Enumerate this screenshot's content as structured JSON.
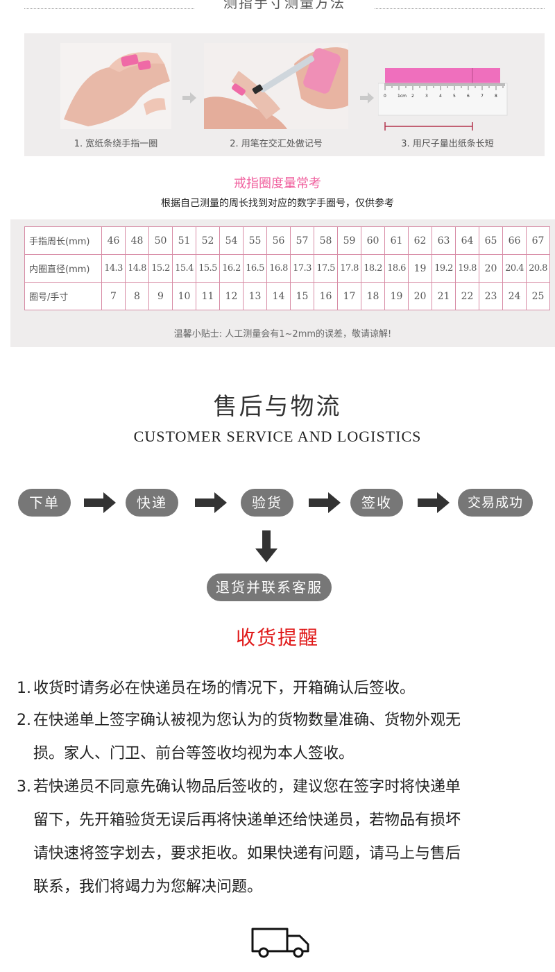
{
  "measure": {
    "title": "测指手寸测量方法",
    "steps": [
      {
        "caption": "1. 宽纸条绕手指一圈"
      },
      {
        "caption": "2. 用笔在交汇处做记号"
      },
      {
        "caption": "3. 用尺子量出纸条长短"
      }
    ],
    "ruler_labels": [
      "0",
      "1cm",
      "2",
      "3",
      "4",
      "5",
      "6",
      "7",
      "8"
    ]
  },
  "ring": {
    "title": "戒指圈度量常考",
    "subtitle": "根据自己测量的周长找到对应的数字手圈号，仅供参考",
    "tip": "温馨小贴士: 人工测量会有1~2mm的误差，敬请谅解!",
    "rows": [
      {
        "label": "手指周长(mm)",
        "values": [
          "46",
          "48",
          "50",
          "51",
          "52",
          "54",
          "55",
          "56",
          "57",
          "58",
          "59",
          "60",
          "61",
          "62",
          "63",
          "64",
          "65",
          "66",
          "67"
        ]
      },
      {
        "label": "内圈直径(mm)",
        "values": [
          "14.3",
          "14.8",
          "15.2",
          "15.4",
          "15.5",
          "16.2",
          "16.5",
          "16.8",
          "17.3",
          "17.5",
          "17.8",
          "18.2",
          "18.6",
          "19",
          "19.2",
          "19.8",
          "20",
          "20.4",
          "20.8"
        ]
      },
      {
        "label": "圈号/手寸",
        "values": [
          "7",
          "8",
          "9",
          "10",
          "11",
          "12",
          "13",
          "14",
          "15",
          "16",
          "17",
          "18",
          "19",
          "20",
          "21",
          "22",
          "23",
          "24",
          "25"
        ]
      }
    ],
    "border_color": "#d78ba5"
  },
  "after_sales": {
    "title": "售后与物流",
    "subtitle": "CUSTOMER SERVICE AND LOGISTICS",
    "flow": [
      "下单",
      "快递",
      "验货",
      "签收",
      "交易成功"
    ],
    "return_label": "退货并联系客服",
    "pill_color": "#777777"
  },
  "reminder": {
    "title": "收货提醒",
    "title_color": "#e01919",
    "items": [
      {
        "num": "1.",
        "lines": [
          "收货时请务必在快递员在场的情况下，开箱确认后签收。"
        ]
      },
      {
        "num": "2.",
        "lines": [
          "在快递单上签字确认被视为您认为的货物数量准确、货物外观无",
          "损。家人、门卫、前台等签收均视为本人签收。"
        ]
      },
      {
        "num": "3.",
        "lines": [
          "若快递员不同意先确认物品后签收的，建议您在签字时将快递单",
          "留下，先开箱验货无误后再将快递单还给快递员，若物品有损坏",
          "请快速将签字划去，要求拒收。如果快递有问题，请马上与售后",
          "联系，我们将竭力为您解决问题。"
        ]
      }
    ]
  },
  "icons": {
    "truck": "truck-icon",
    "flow_arrow": "arrow-right-icon",
    "down_arrow": "arrow-down-icon"
  }
}
